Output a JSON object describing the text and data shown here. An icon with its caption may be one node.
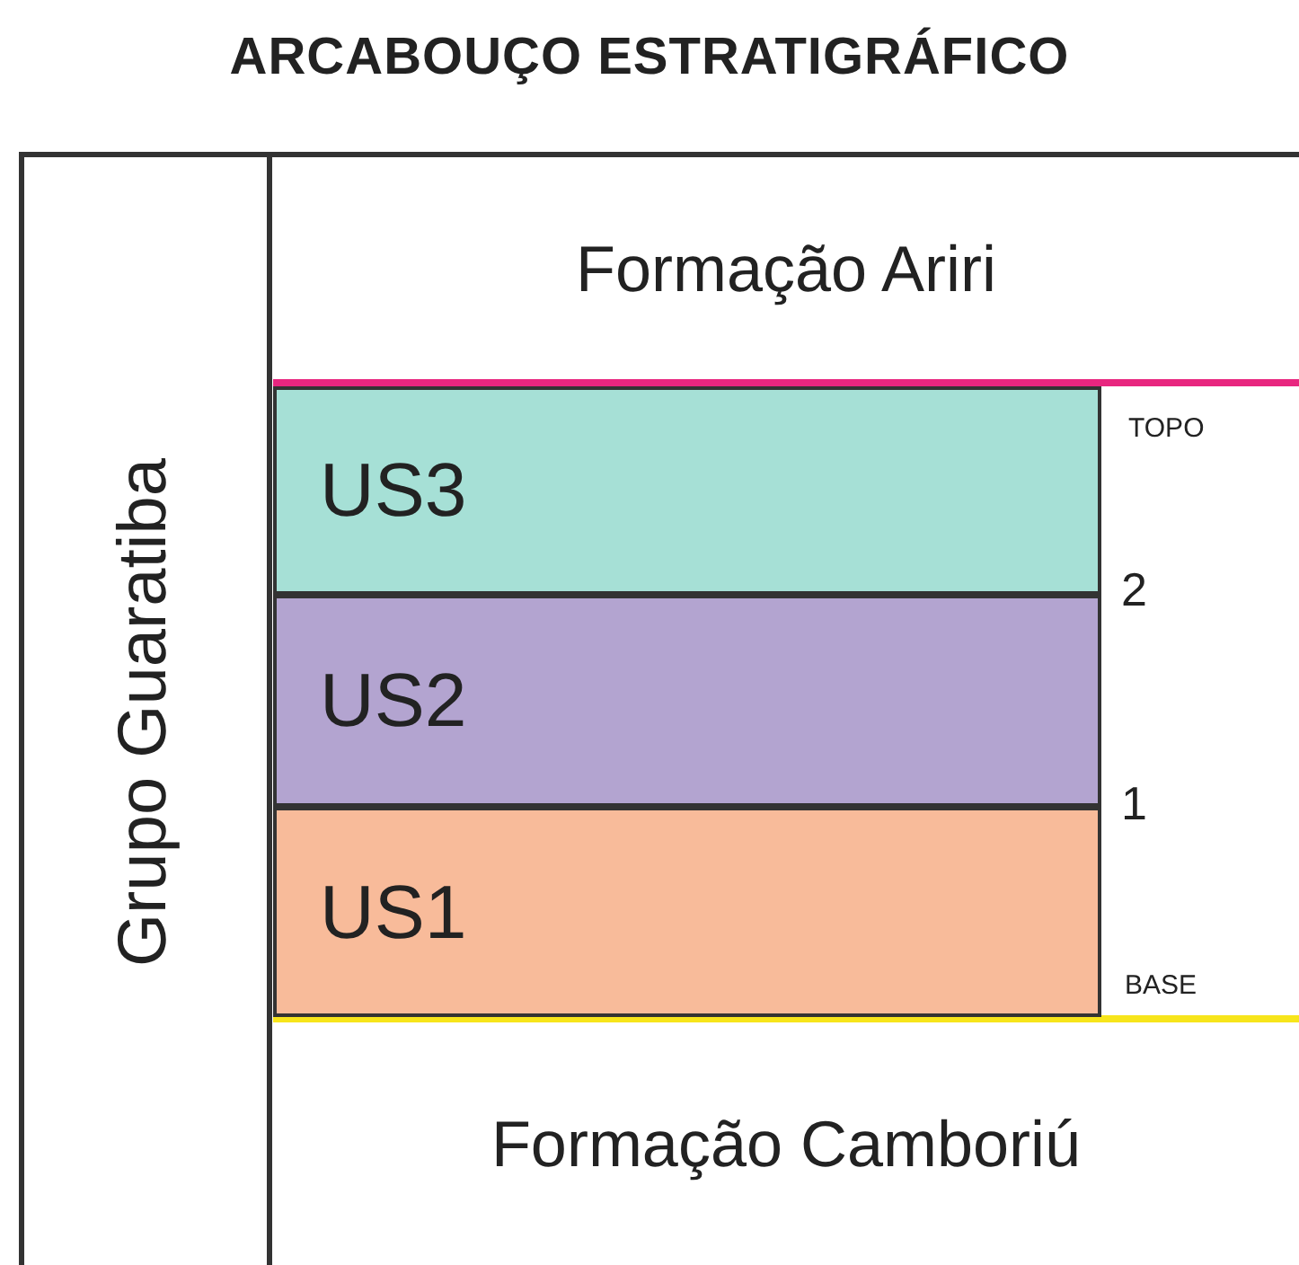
{
  "diagram": {
    "title": "ARCABOUÇO ESTRATIGRÁFICO",
    "nodes": [
      {
        "text": [
          "Grupo Guaratiba"
        ]
      },
      {
        "text": [
          "Formação Ariri"
        ]
      },
      {
        "text": [
          "US3"
        ]
      },
      {
        "text": [
          "US2"
        ]
      },
      {
        "text": [
          "US1"
        ]
      },
      {
        "text": [
          "Formação Camboriú"
        ]
      }
    ],
    "labels": [
      "TOPO",
      "2",
      "1",
      "BASE"
    ]
  }
}
